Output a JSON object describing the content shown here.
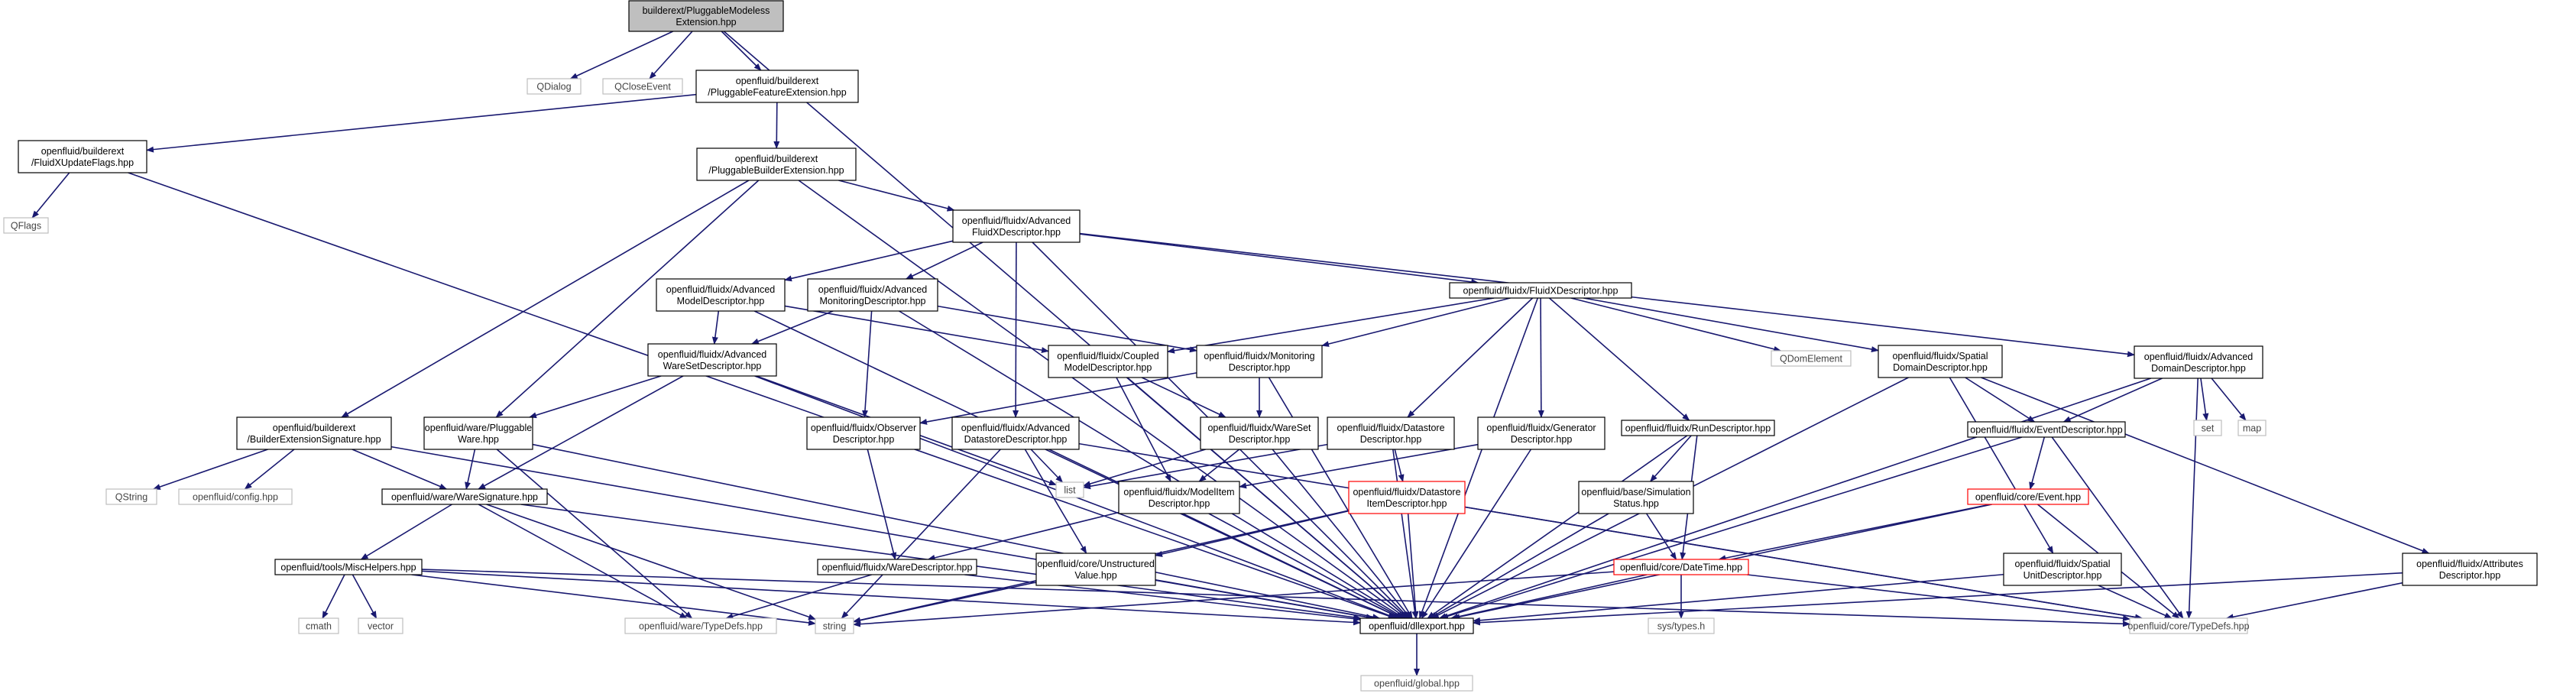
{
  "colors": {
    "edge": "#191970",
    "node_border": "#000000",
    "node_border_grey": "#bfbfbf",
    "node_border_missing": "#ff0000",
    "root_fill": "#bfbfbf",
    "node_fill": "#ffffff"
  },
  "nodes": [
    {
      "id": "root",
      "lines": [
        "builderext/PluggableModeless",
        "Extension.hpp"
      ],
      "style": "root"
    },
    {
      "id": "qdialog",
      "lines": [
        "QDialog"
      ],
      "style": "grey"
    },
    {
      "id": "qcloseevent",
      "lines": [
        "QCloseEvent"
      ],
      "style": "grey"
    },
    {
      "id": "pfe",
      "lines": [
        "openfluid/builderext",
        "/PluggableFeatureExtension.hpp"
      ],
      "style": "normal"
    },
    {
      "id": "fxuf",
      "lines": [
        "openfluid/builderext",
        "/FluidXUpdateFlags.hpp"
      ],
      "style": "normal"
    },
    {
      "id": "qflags",
      "lines": [
        "QFlags"
      ],
      "style": "grey"
    },
    {
      "id": "pbe",
      "lines": [
        "openfluid/builderext",
        "/PluggableBuilderExtension.hpp"
      ],
      "style": "normal"
    },
    {
      "id": "afxd",
      "lines": [
        "openfluid/fluidx/Advanced",
        "FluidXDescriptor.hpp"
      ],
      "style": "normal"
    },
    {
      "id": "amd",
      "lines": [
        "openfluid/fluidx/Advanced",
        "ModelDescriptor.hpp"
      ],
      "style": "normal"
    },
    {
      "id": "amond",
      "lines": [
        "openfluid/fluidx/Advanced",
        "MonitoringDescriptor.hpp"
      ],
      "style": "normal"
    },
    {
      "id": "fxd",
      "lines": [
        "openfluid/fluidx/FluidXDescriptor.hpp"
      ],
      "style": "normal"
    },
    {
      "id": "add",
      "lines": [
        "openfluid/fluidx/Advanced",
        "DomainDescriptor.hpp"
      ],
      "style": "normal"
    },
    {
      "id": "awsd",
      "lines": [
        "openfluid/fluidx/Advanced",
        "WareSetDescriptor.hpp"
      ],
      "style": "normal"
    },
    {
      "id": "cmd",
      "lines": [
        "openfluid/fluidx/Coupled",
        "ModelDescriptor.hpp"
      ],
      "style": "normal"
    },
    {
      "id": "mond",
      "lines": [
        "openfluid/fluidx/Monitoring",
        "Descriptor.hpp"
      ],
      "style": "normal"
    },
    {
      "id": "qdomelement",
      "lines": [
        "QDomElement"
      ],
      "style": "grey"
    },
    {
      "id": "sdd",
      "lines": [
        "openfluid/fluidx/Spatial",
        "DomainDescriptor.hpp"
      ],
      "style": "normal"
    },
    {
      "id": "bes",
      "lines": [
        "openfluid/builderext",
        "/BuilderExtensionSignature.hpp"
      ],
      "style": "normal"
    },
    {
      "id": "pw",
      "lines": [
        "openfluid/ware/Pluggable",
        "Ware.hpp"
      ],
      "style": "normal"
    },
    {
      "id": "od",
      "lines": [
        "openfluid/fluidx/Observer",
        "Descriptor.hpp"
      ],
      "style": "normal"
    },
    {
      "id": "adsd",
      "lines": [
        "openfluid/fluidx/Advanced",
        "DatastoreDescriptor.hpp"
      ],
      "style": "normal"
    },
    {
      "id": "wsd",
      "lines": [
        "openfluid/fluidx/WareSet",
        "Descriptor.hpp"
      ],
      "style": "normal"
    },
    {
      "id": "dsd",
      "lines": [
        "openfluid/fluidx/Datastore",
        "Descriptor.hpp"
      ],
      "style": "normal"
    },
    {
      "id": "gd",
      "lines": [
        "openfluid/fluidx/Generator",
        "Descriptor.hpp"
      ],
      "style": "normal"
    },
    {
      "id": "rd",
      "lines": [
        "openfluid/fluidx/RunDescriptor.hpp"
      ],
      "style": "normal"
    },
    {
      "id": "set",
      "lines": [
        "set"
      ],
      "style": "grey"
    },
    {
      "id": "map",
      "lines": [
        "map"
      ],
      "style": "grey"
    },
    {
      "id": "ed",
      "lines": [
        "openfluid/fluidx/EventDescriptor.hpp"
      ],
      "style": "normal"
    },
    {
      "id": "qstring",
      "lines": [
        "QString"
      ],
      "style": "grey"
    },
    {
      "id": "config",
      "lines": [
        "openfluid/config.hpp"
      ],
      "style": "grey"
    },
    {
      "id": "list",
      "lines": [
        "list"
      ],
      "style": "grey"
    },
    {
      "id": "mid",
      "lines": [
        "openfluid/fluidx/ModelItem",
        "Descriptor.hpp"
      ],
      "style": "normal"
    },
    {
      "id": "dsid",
      "lines": [
        "openfluid/fluidx/Datastore",
        "ItemDescriptor.hpp"
      ],
      "style": "missing"
    },
    {
      "id": "sss",
      "lines": [
        "openfluid/base/Simulation",
        "Status.hpp"
      ],
      "style": "normal"
    },
    {
      "id": "event",
      "lines": [
        "openfluid/core/Event.hpp"
      ],
      "style": "missing"
    },
    {
      "id": "ws",
      "lines": [
        "openfluid/ware/WareSignature.hpp"
      ],
      "style": "normal"
    },
    {
      "id": "mh",
      "lines": [
        "openfluid/tools/MiscHelpers.hpp"
      ],
      "style": "normal"
    },
    {
      "id": "wd",
      "lines": [
        "openfluid/fluidx/WareDescriptor.hpp"
      ],
      "style": "normal"
    },
    {
      "id": "uv",
      "lines": [
        "openfluid/core/Unstructured",
        "Value.hpp"
      ],
      "style": "normal"
    },
    {
      "id": "dt",
      "lines": [
        "openfluid/core/DateTime.hpp"
      ],
      "style": "missing"
    },
    {
      "id": "sud",
      "lines": [
        "openfluid/fluidx/Spatial",
        "UnitDescriptor.hpp"
      ],
      "style": "normal"
    },
    {
      "id": "atd",
      "lines": [
        "openfluid/fluidx/Attributes",
        "Descriptor.hpp"
      ],
      "style": "normal"
    },
    {
      "id": "cmath",
      "lines": [
        "cmath"
      ],
      "style": "grey"
    },
    {
      "id": "vector",
      "lines": [
        "vector"
      ],
      "style": "grey"
    },
    {
      "id": "wtd",
      "lines": [
        "openfluid/ware/TypeDefs.hpp"
      ],
      "style": "grey"
    },
    {
      "id": "string",
      "lines": [
        "string"
      ],
      "style": "grey"
    },
    {
      "id": "dllexport",
      "lines": [
        "openfluid/dllexport.hpp"
      ],
      "style": "normal"
    },
    {
      "id": "systypes",
      "lines": [
        "sys/types.h"
      ],
      "style": "grey"
    },
    {
      "id": "ctd",
      "lines": [
        "openfluid/core/TypeDefs.hpp"
      ],
      "style": "grey"
    },
    {
      "id": "global",
      "lines": [
        "openfluid/global.hpp"
      ],
      "style": "grey"
    }
  ],
  "edges": [
    [
      "root",
      "qdialog"
    ],
    [
      "root",
      "qcloseevent"
    ],
    [
      "root",
      "pfe"
    ],
    [
      "root",
      "dllexport"
    ],
    [
      "pfe",
      "fxuf"
    ],
    [
      "pfe",
      "pbe"
    ],
    [
      "fxuf",
      "qflags"
    ],
    [
      "fxuf",
      "dllexport"
    ],
    [
      "pbe",
      "afxd"
    ],
    [
      "pbe",
      "bes"
    ],
    [
      "pbe",
      "pw"
    ],
    [
      "pbe",
      "dllexport"
    ],
    [
      "afxd",
      "amd"
    ],
    [
      "afxd",
      "amond"
    ],
    [
      "afxd",
      "fxd"
    ],
    [
      "afxd",
      "add"
    ],
    [
      "afxd",
      "adsd"
    ],
    [
      "afxd",
      "dllexport"
    ],
    [
      "amd",
      "awsd"
    ],
    [
      "amd",
      "cmd"
    ],
    [
      "amd",
      "dllexport"
    ],
    [
      "amond",
      "awsd"
    ],
    [
      "amond",
      "mond"
    ],
    [
      "amond",
      "od"
    ],
    [
      "amond",
      "dllexport"
    ],
    [
      "fxd",
      "cmd"
    ],
    [
      "fxd",
      "mond"
    ],
    [
      "fxd",
      "qdomelement"
    ],
    [
      "fxd",
      "sdd"
    ],
    [
      "fxd",
      "dsd"
    ],
    [
      "fxd",
      "gd"
    ],
    [
      "fxd",
      "rd"
    ],
    [
      "fxd",
      "dllexport"
    ],
    [
      "add",
      "ed"
    ],
    [
      "add",
      "set"
    ],
    [
      "add",
      "map"
    ],
    [
      "add",
      "dllexport"
    ],
    [
      "add",
      "ctd"
    ],
    [
      "awsd",
      "pw"
    ],
    [
      "awsd",
      "ws"
    ],
    [
      "awsd",
      "list"
    ],
    [
      "awsd",
      "dllexport"
    ],
    [
      "cmd",
      "wsd"
    ],
    [
      "cmd",
      "mid"
    ],
    [
      "cmd",
      "dllexport"
    ],
    [
      "mond",
      "wsd"
    ],
    [
      "mond",
      "od"
    ],
    [
      "mond",
      "dllexport"
    ],
    [
      "sdd",
      "ed"
    ],
    [
      "sdd",
      "sud"
    ],
    [
      "sdd",
      "atd"
    ],
    [
      "sdd",
      "dllexport"
    ],
    [
      "bes",
      "qstring"
    ],
    [
      "bes",
      "config"
    ],
    [
      "bes",
      "ws"
    ],
    [
      "bes",
      "dllexport"
    ],
    [
      "pw",
      "ws"
    ],
    [
      "pw",
      "dllexport"
    ],
    [
      "pw",
      "wtd"
    ],
    [
      "od",
      "wd"
    ],
    [
      "adsd",
      "list"
    ],
    [
      "adsd",
      "uv"
    ],
    [
      "adsd",
      "string"
    ],
    [
      "adsd",
      "dllexport"
    ],
    [
      "adsd",
      "ctd"
    ],
    [
      "wsd",
      "list"
    ],
    [
      "wsd",
      "mid"
    ],
    [
      "wsd",
      "dllexport"
    ],
    [
      "dsd",
      "list"
    ],
    [
      "dsd",
      "dsid"
    ],
    [
      "dsd",
      "dllexport"
    ],
    [
      "gd",
      "mid"
    ],
    [
      "gd",
      "dllexport"
    ],
    [
      "rd",
      "sss"
    ],
    [
      "rd",
      "dt"
    ],
    [
      "rd",
      "dllexport"
    ],
    [
      "ed",
      "event"
    ],
    [
      "ed",
      "dllexport"
    ],
    [
      "ed",
      "ctd"
    ],
    [
      "mid",
      "wd"
    ],
    [
      "mid",
      "dllexport"
    ],
    [
      "dsid",
      "uv"
    ],
    [
      "dsid",
      "string"
    ],
    [
      "dsid",
      "dllexport"
    ],
    [
      "dsid",
      "ctd"
    ],
    [
      "sss",
      "dt"
    ],
    [
      "sss",
      "dllexport"
    ],
    [
      "event",
      "dt"
    ],
    [
      "event",
      "dllexport"
    ],
    [
      "event",
      "ctd"
    ],
    [
      "ws",
      "mh"
    ],
    [
      "ws",
      "dllexport"
    ],
    [
      "ws",
      "string"
    ],
    [
      "ws",
      "wtd"
    ],
    [
      "mh",
      "cmath"
    ],
    [
      "mh",
      "vector"
    ],
    [
      "mh",
      "string"
    ],
    [
      "mh",
      "dllexport"
    ],
    [
      "mh",
      "ctd"
    ],
    [
      "wd",
      "dllexport"
    ],
    [
      "wd",
      "wtd"
    ],
    [
      "uv",
      "string"
    ],
    [
      "uv",
      "dllexport"
    ],
    [
      "dt",
      "dllexport"
    ],
    [
      "dt",
      "systypes"
    ],
    [
      "dt",
      "string"
    ],
    [
      "dt",
      "ctd"
    ],
    [
      "sud",
      "dllexport"
    ],
    [
      "sud",
      "ctd"
    ],
    [
      "atd",
      "dllexport"
    ],
    [
      "atd",
      "ctd"
    ],
    [
      "dllexport",
      "global"
    ]
  ]
}
